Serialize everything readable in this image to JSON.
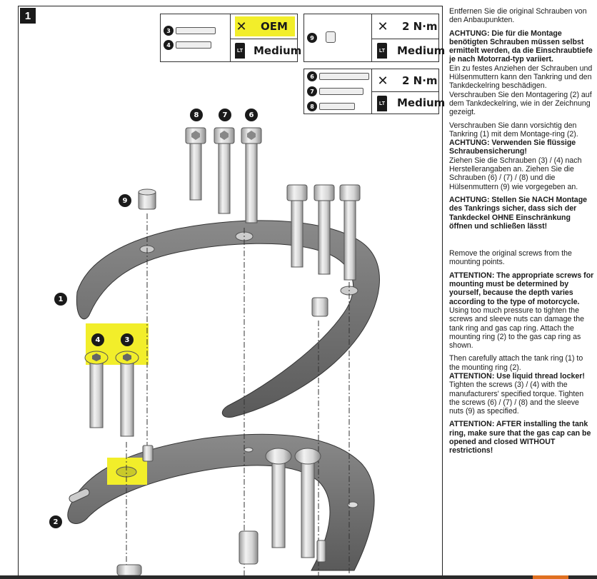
{
  "step": {
    "number": "1"
  },
  "spec_boxes": [
    {
      "id": "box-3-4",
      "parts": [
        "3",
        "4"
      ],
      "torque": "OEM",
      "threadlocker": "Medium",
      "torque_highlighted": true
    },
    {
      "id": "box-9",
      "parts": [
        "9"
      ],
      "torque": "2 N·m",
      "threadlocker": "Medium",
      "torque_highlighted": false
    },
    {
      "id": "box-6-7-8",
      "parts": [
        "6",
        "7",
        "8"
      ],
      "torque": "2 N·m",
      "threadlocker": "Medium",
      "torque_highlighted": false
    }
  ],
  "drawing_labels": {
    "screw_8": "8",
    "screw_7": "7",
    "screw_6": "6",
    "nut_9": "9",
    "ring_1": "1",
    "screw_4": "4",
    "screw_3": "3",
    "ring_2": "2"
  },
  "icons": {
    "torque": "torque-wrench-icon",
    "threadlocker": "threadlocker-bottle-icon",
    "threadlocker_label": "LT"
  },
  "colors": {
    "highlight": "#f2ee2a",
    "ring_gray": "#6e6e6e",
    "dark": "#1a1a1a"
  },
  "instructions_de": {
    "p1": "Entfernen Sie die original Schrauben von den Anbaupunkten.",
    "p2_bold": "ACHTUNG: Die für die Montage benötigten Schrauben müssen selbst ermittelt werden, da die Einschraubtiefe je nach Motorrad-typ variiert.",
    "p2_rest": "Ein zu festes Anziehen der Schrauben und Hülsenmuttern kann den Tankring und den Tankdeckelring beschädigen. Verschrauben Sie den Montagering (2) auf dem Tankdeckelring, wie in der Zeichnung gezeigt.",
    "p3": "Verschrauben Sie dann vorsichtig den Tankring (1) mit dem Montage-ring (2).",
    "p3_bold": "ACHTUNG: Verwenden Sie flüssige Schraubensicherung!",
    "p3_rest": "Ziehen Sie die Schrauben (3) / (4) nach Herstellerangaben an. Ziehen Sie die Schrauben (6) / (7) / (8) und die Hülsenmuttern (9) wie vorgegeben an.",
    "p4_bold": "ACHTUNG: Stellen Sie NACH Montage des Tankrings sicher, dass sich der Tankdeckel OHNE Einschränkung öffnen und schließen lässt!"
  },
  "instructions_en": {
    "p1": "Remove the original screws from the mounting points.",
    "p2_bold": "ATTENTION: The appropriate screws for mounting must be determined by yourself, because the depth varies according to the type of motorcycle.",
    "p2_rest": "Using too much pressure to tighten the screws and sleeve nuts can damage the tank ring and gas cap ring. Attach the mounting ring (2) to the gas cap ring as shown.",
    "p3": "Then carefully attach the tank ring (1) to the mounting ring (2).",
    "p3_bold": "ATTENTION: Use liquid thread locker!",
    "p3_rest": "Tighten the screws (3) / (4) with the manufacturers' specified torque. Tighten the screws (6) / (7) / (8) and the sleeve nuts (9) as specified.",
    "p4_bold": "ATTENTION: AFTER installing the tank ring, make sure that the gas cap can be opened and closed WITHOUT restrictions!"
  }
}
